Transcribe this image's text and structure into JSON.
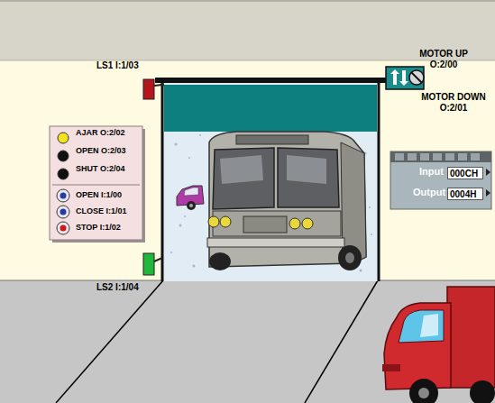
{
  "diagram": {
    "nodes": [
      {
        "text": [
          "AJAR O:2/02",
          "OPEN O:2/03",
          "SHUT O:2/04",
          "OPEN I:1/00",
          "CLOSE I:1/01",
          "STOP I:1/02"
        ]
      },
      {
        "text": [
          "Input",
          "Output"
        ]
      },
      {
        "text": [
          "000CH"
        ],
        "in": 1
      },
      {
        "text": [
          "0004H"
        ],
        "in": 1
      }
    ],
    "labels": [
      "LS1 I:1/03",
      "MOTOR UP O:2/00",
      "MOTOR DOWN O:2/01",
      "LS2 I:1/04"
    ]
  }
}
